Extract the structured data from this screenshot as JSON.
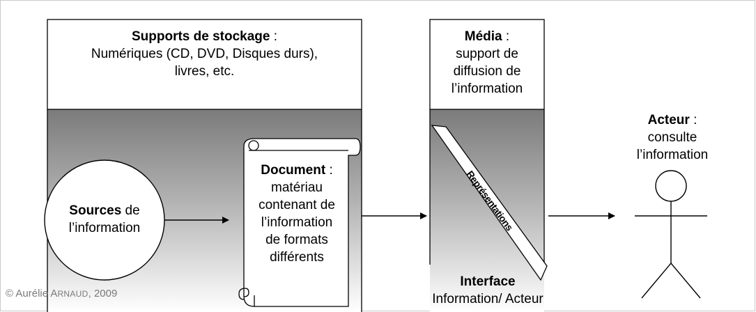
{
  "storage": {
    "title": "Supports de stockage",
    "sep": " :",
    "line1": "Numériques (CD, DVD, Disques durs),",
    "line2": "livres, etc."
  },
  "media": {
    "title": "Média",
    "sep": " :",
    "line1": "support de",
    "line2": "diffusion de",
    "line3": "l’information"
  },
  "actor": {
    "title": "Acteur",
    "sep": " :",
    "line1": "consulte",
    "line2": "l’information"
  },
  "sources": {
    "title": "Sources",
    "rest": " de",
    "line2": "l’information"
  },
  "document": {
    "title": "Document",
    "sep": " :",
    "line1": "matériau",
    "line2": "contenant de",
    "line3": "l’information",
    "line4": "de formats",
    "line5": "différents"
  },
  "representations": {
    "label": "Représentations"
  },
  "interface": {
    "title": "Interface",
    "line2": "Information/ Acteur"
  },
  "copyright": {
    "prefix": "© Aurélie A",
    "smallcaps": "RNAUD",
    "suffix": ", 2009"
  },
  "colors": {
    "gradient_top": "#7b7b7b",
    "gradient_bottom": "#ffffff",
    "stroke": "#000000",
    "frame": "#c9c9c9"
  }
}
